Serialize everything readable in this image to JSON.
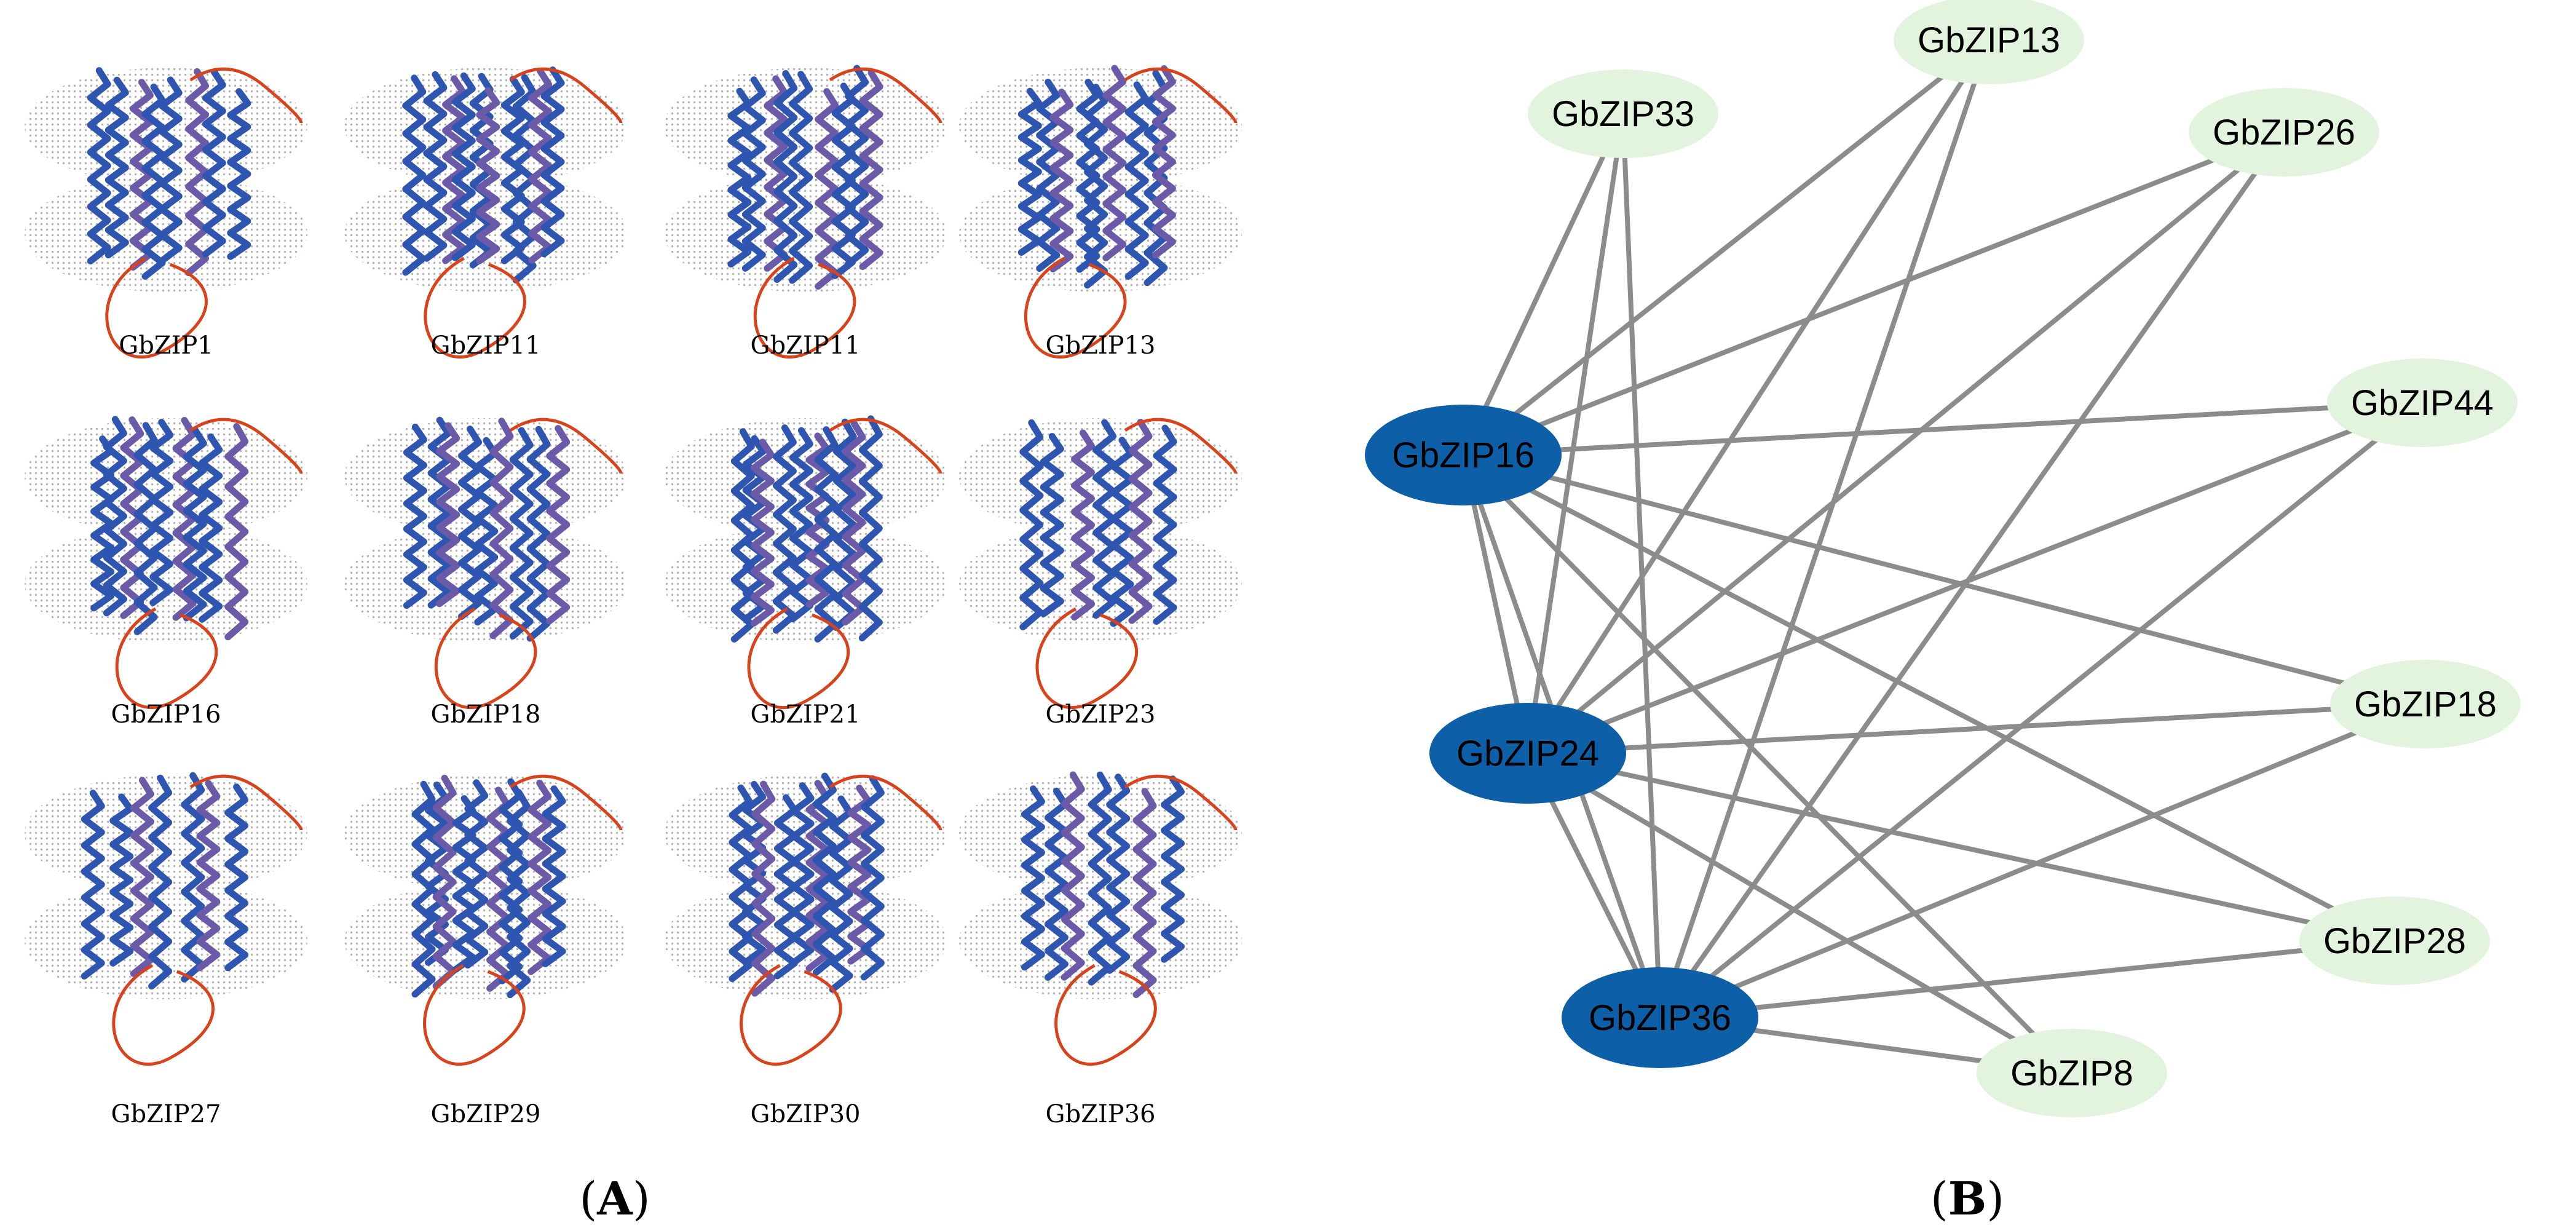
{
  "panel_a": {
    "label": "A",
    "structures": [
      {
        "name": "GbZIP1"
      },
      {
        "name": "GbZIP11"
      },
      {
        "name": "GbZIP11"
      },
      {
        "name": "GbZIP13"
      },
      {
        "name": "GbZIP16"
      },
      {
        "name": "GbZIP18"
      },
      {
        "name": "GbZIP21"
      },
      {
        "name": "GbZIP23"
      },
      {
        "name": "GbZIP27"
      },
      {
        "name": "GbZIP29"
      },
      {
        "name": "GbZIP30"
      },
      {
        "name": "GbZIP36"
      }
    ]
  },
  "panel_b": {
    "label": "B",
    "nodes": [
      {
        "id": "GbZIP13",
        "label": "GbZIP13",
        "type": "target"
      },
      {
        "id": "GbZIP33",
        "label": "GbZIP33",
        "type": "target"
      },
      {
        "id": "GbZIP26",
        "label": "GbZIP26",
        "type": "target"
      },
      {
        "id": "GbZIP44",
        "label": "GbZIP44",
        "type": "target"
      },
      {
        "id": "GbZIP16",
        "label": "GbZIP16",
        "type": "hub"
      },
      {
        "id": "GbZIP18",
        "label": "GbZIP18",
        "type": "target"
      },
      {
        "id": "GbZIP24",
        "label": "GbZIP24",
        "type": "hub"
      },
      {
        "id": "GbZIP28",
        "label": "GbZIP28",
        "type": "target"
      },
      {
        "id": "GbZIP36",
        "label": "GbZIP36",
        "type": "hub"
      },
      {
        "id": "GbZIP8",
        "label": "GbZIP8",
        "type": "target"
      }
    ],
    "edges": [
      [
        "GbZIP16",
        "GbZIP33"
      ],
      [
        "GbZIP16",
        "GbZIP13"
      ],
      [
        "GbZIP16",
        "GbZIP26"
      ],
      [
        "GbZIP16",
        "GbZIP44"
      ],
      [
        "GbZIP16",
        "GbZIP18"
      ],
      [
        "GbZIP16",
        "GbZIP28"
      ],
      [
        "GbZIP16",
        "GbZIP8"
      ],
      [
        "GbZIP16",
        "GbZIP24"
      ],
      [
        "GbZIP16",
        "GbZIP36"
      ],
      [
        "GbZIP24",
        "GbZIP33"
      ],
      [
        "GbZIP24",
        "GbZIP13"
      ],
      [
        "GbZIP24",
        "GbZIP26"
      ],
      [
        "GbZIP24",
        "GbZIP44"
      ],
      [
        "GbZIP24",
        "GbZIP18"
      ],
      [
        "GbZIP24",
        "GbZIP28"
      ],
      [
        "GbZIP24",
        "GbZIP8"
      ],
      [
        "GbZIP24",
        "GbZIP36"
      ],
      [
        "GbZIP36",
        "GbZIP33"
      ],
      [
        "GbZIP36",
        "GbZIP13"
      ],
      [
        "GbZIP36",
        "GbZIP26"
      ],
      [
        "GbZIP36",
        "GbZIP44"
      ],
      [
        "GbZIP36",
        "GbZIP18"
      ],
      [
        "GbZIP36",
        "GbZIP28"
      ],
      [
        "GbZIP36",
        "GbZIP8"
      ]
    ]
  },
  "colors": {
    "hub_fill": "#0d5fa8",
    "target_fill": "#e3f4de",
    "edge": "#8c8c8c",
    "helix_blue": "#2e55b0",
    "helix_red": "#d9431c",
    "membrane_dots": "#9a9a9a"
  }
}
